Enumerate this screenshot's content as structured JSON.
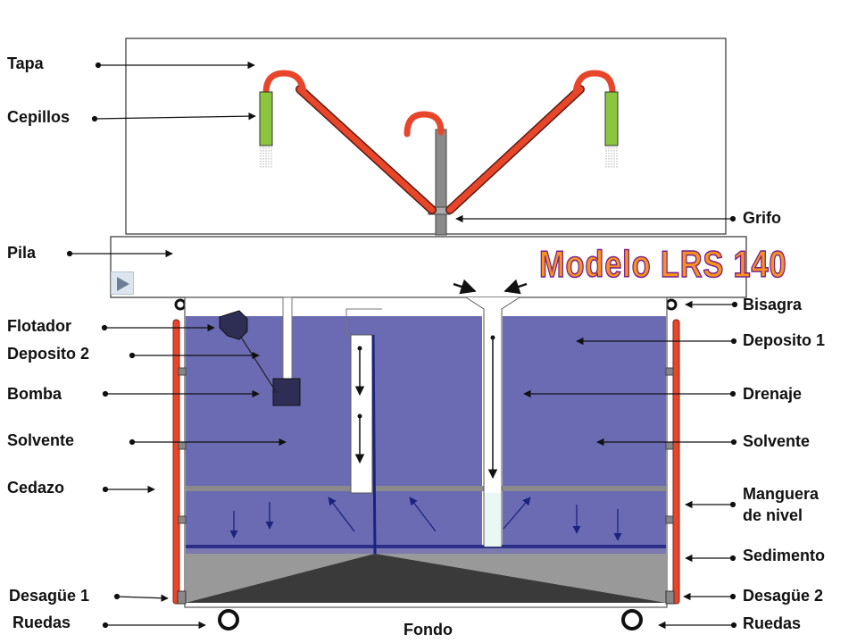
{
  "title": "Modelo LRS 140",
  "labels": {
    "tapa": "Tapa",
    "cepillos": "Cepillos",
    "grifo": "Grifo",
    "pila": "Pila",
    "bisagra": "Bisagra",
    "flotador": "Flotador",
    "deposito2": "Deposito 2",
    "deposito1": "Deposito 1",
    "bomba": "Bomba",
    "drenaje": "Drenaje",
    "solvente_left": "Solvente",
    "solvente_right": "Solvente",
    "cedazo": "Cedazo",
    "manguera": "Manguera\nde nivel",
    "sedimento": "Sedimento",
    "desague1": "Desagüe 1",
    "desague2": "Desagüe 2",
    "ruedas_left": "Ruedas",
    "ruedas_right": "Ruedas",
    "fondo": "Fondo"
  },
  "colors": {
    "liquid": "#6a6bb3",
    "liquid_dark": "#3a3f98",
    "hose": "#e8462a",
    "brush": "#8cc63f",
    "sediment": "#999999",
    "bottom": "#3a3a3a",
    "title_fill": "#f7931e",
    "title_outline": "#7a1f8a"
  },
  "controls": {
    "play_icon": "play-icon"
  }
}
